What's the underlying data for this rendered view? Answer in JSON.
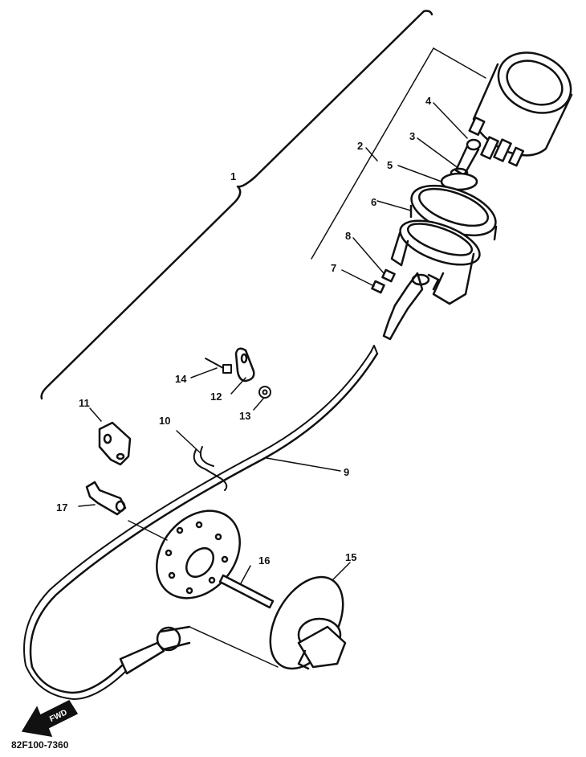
{
  "diagram": {
    "part_code": "82F100-7360",
    "direction_badge": "FWD",
    "callouts": [
      {
        "key": "c1",
        "label": "1"
      },
      {
        "key": "c2",
        "label": "2"
      },
      {
        "key": "c3",
        "label": "3"
      },
      {
        "key": "c4",
        "label": "4"
      },
      {
        "key": "c5",
        "label": "5"
      },
      {
        "key": "c6",
        "label": "6"
      },
      {
        "key": "c7",
        "label": "7"
      },
      {
        "key": "c8",
        "label": "8"
      },
      {
        "key": "c9",
        "label": "9"
      },
      {
        "key": "c10",
        "label": "10"
      },
      {
        "key": "c11",
        "label": "11"
      },
      {
        "key": "c12",
        "label": "12"
      },
      {
        "key": "c13",
        "label": "13"
      },
      {
        "key": "c14",
        "label": "14"
      },
      {
        "key": "c15",
        "label": "15"
      },
      {
        "key": "c16",
        "label": "16"
      },
      {
        "key": "c17",
        "label": "17"
      }
    ]
  }
}
